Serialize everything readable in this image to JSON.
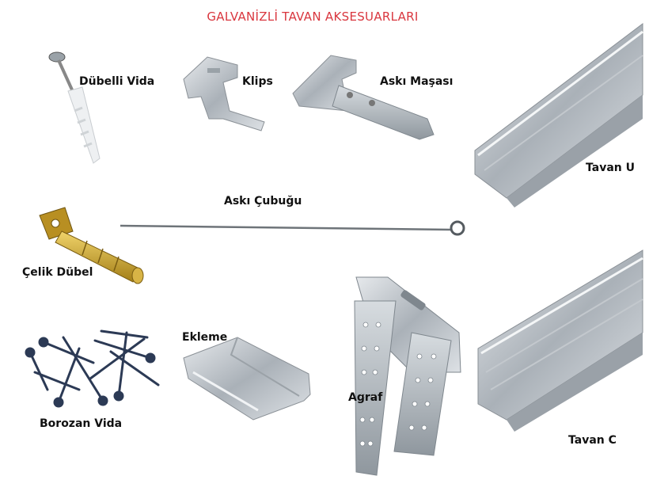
{
  "title": "GALVANİZLİ TAVAN AKSESUARLARI",
  "products": {
    "dubelli_vida": "Dübelli Vida",
    "klips": "Klips",
    "aski_masasi": "Askı Maşası",
    "tavan_u": "Tavan U",
    "aski_cubugu": "Askı Çubuğu",
    "celik_dubel": "Çelik Dübel",
    "ekleme": "Ekleme",
    "agraf": "Agraf",
    "borozan_vida": "Borozan Vida",
    "tavan_c": "Tavan C"
  },
  "colors": {
    "title": "#d9363e",
    "label": "#111111",
    "steel": "#b9bfc4",
    "screw": "#2c3a55",
    "brass": "#c9a32e"
  }
}
